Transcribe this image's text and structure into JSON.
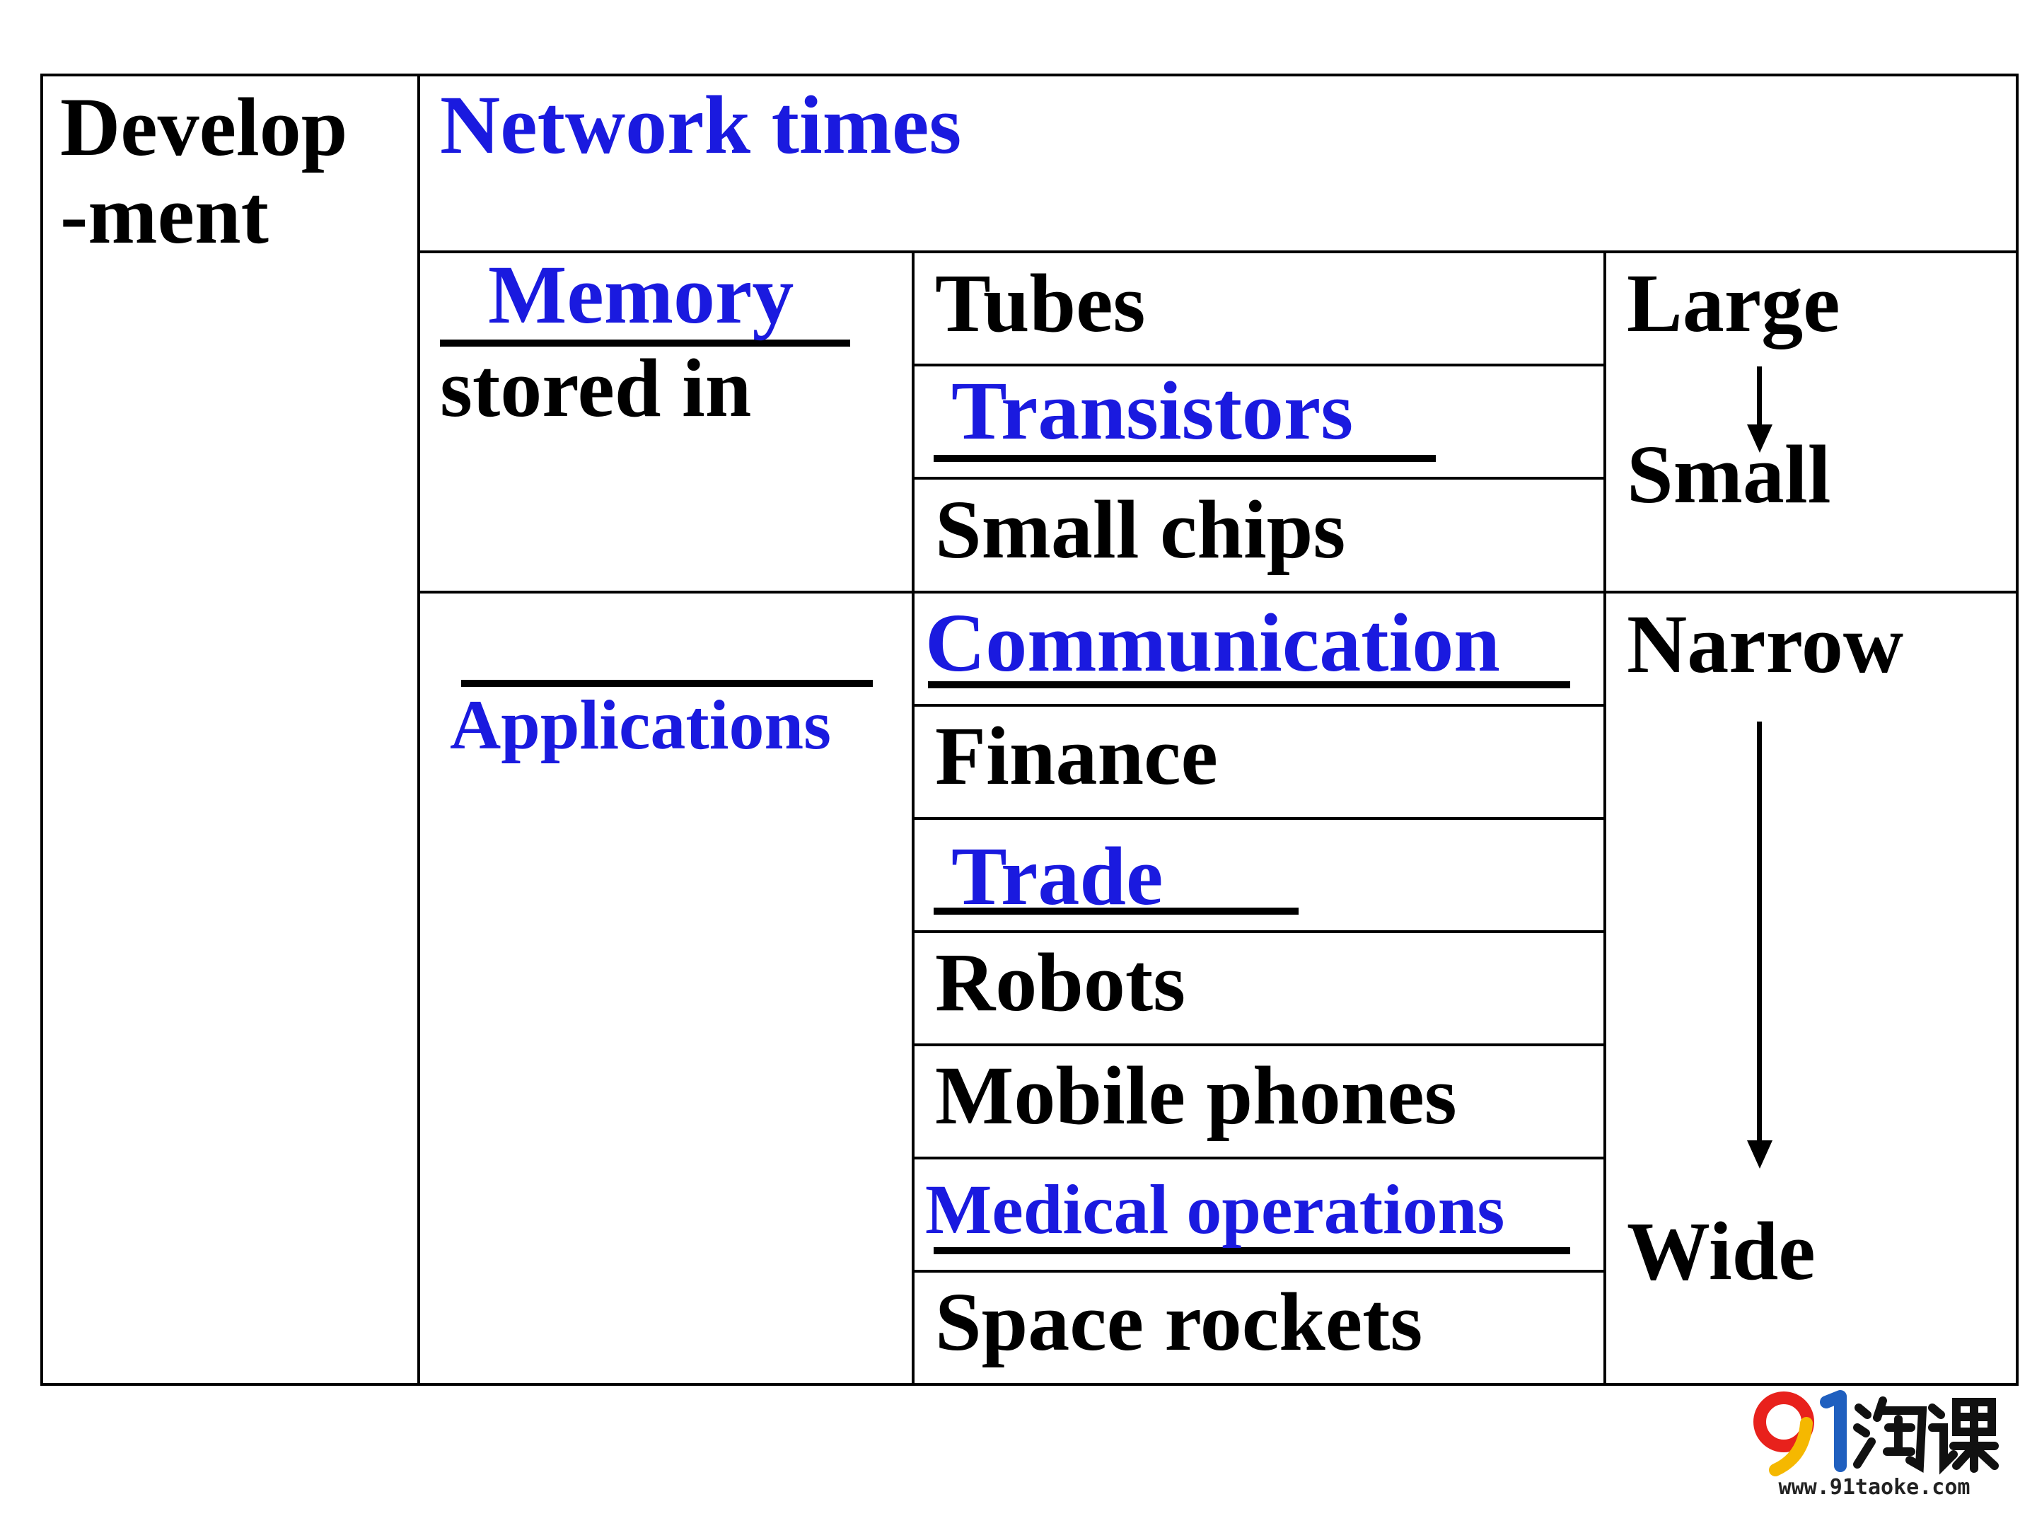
{
  "table": {
    "development_label_line1": "Develop",
    "development_label_line2": "-ment",
    "network_times": "Network times",
    "storage": {
      "blank_answer": "Memory",
      "label": "stored in",
      "items": [
        "Tubes",
        "Transistors",
        "Small chips"
      ],
      "trend_from": "Large",
      "trend_to": "Small"
    },
    "applications": {
      "blank_answer": "Applications",
      "items": [
        "Communication",
        "Finance",
        "Trade",
        "Robots",
        "Mobile phones",
        "Medical operations",
        "Space rockets"
      ],
      "trend_from": "Narrow",
      "trend_to": "Wide"
    }
  },
  "logo": {
    "url": "www.91taoke.com"
  },
  "colors": {
    "answer_blue": "#1a1adf",
    "text_black": "#000000",
    "logo_red": "#e8211c",
    "logo_yellow": "#f5b800",
    "logo_blue": "#1f5fbf"
  }
}
